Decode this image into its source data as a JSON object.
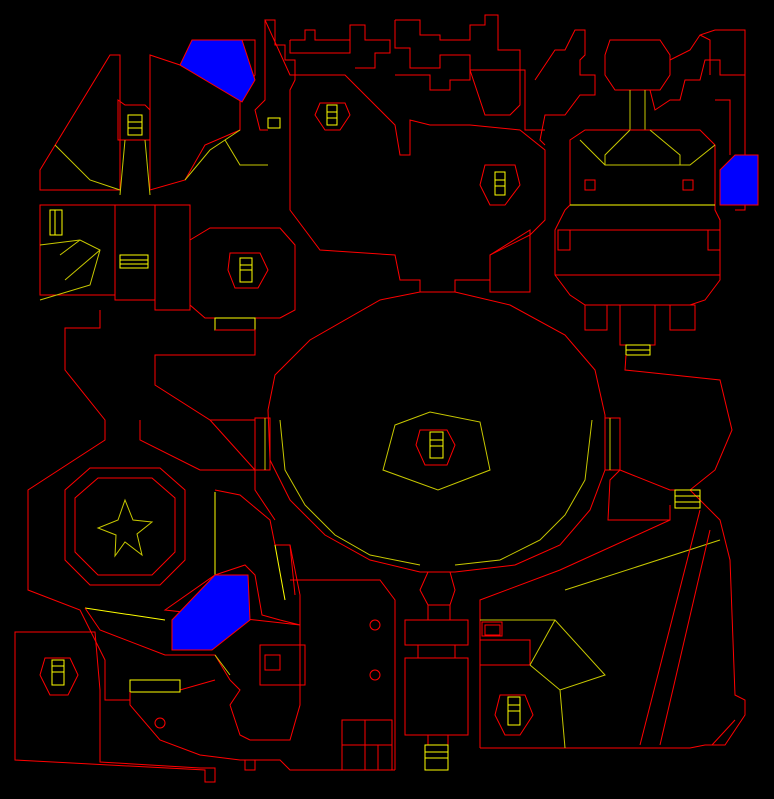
{
  "map": {
    "view": "automap",
    "colors": {
      "background": "#000000",
      "one_sided_wall": "#ff0000",
      "floor_change": "#c8c800",
      "special_line": "#ffff00",
      "water_sector": "#0000ff"
    },
    "legend": [
      "one-sided-wall",
      "floor-height-change",
      "special-line",
      "water-sector"
    ]
  }
}
